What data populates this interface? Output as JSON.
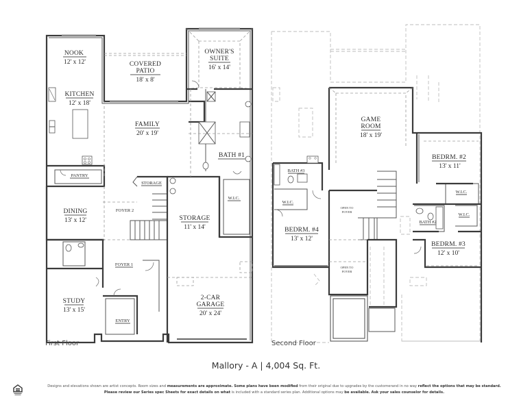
{
  "plan": {
    "name": "Mallory - A",
    "square_feet": "4,004 Sq. Ft.",
    "title": "Mallory - A | 4,004 Sq. Ft."
  },
  "floors": {
    "first": {
      "label": "First Floor",
      "rooms": {
        "nook": {
          "name": "NOOK",
          "dim": "12' x 12'"
        },
        "covered_patio": {
          "name1": "COVERED",
          "name2": "PATIO",
          "dim": "18' x 8'"
        },
        "owners_suite": {
          "name1": "OWNER'S",
          "name2": "SUITE",
          "dim": "16' x 14'"
        },
        "kitchen": {
          "name": "KITCHEN",
          "dim": "12' x 18'"
        },
        "family": {
          "name": "FAMILY",
          "dim": "20' x 19'"
        },
        "bath1": {
          "name": "BATH #1"
        },
        "pantry": {
          "name": "PANTRY"
        },
        "storage_small": {
          "name": "STORAGE"
        },
        "wic": {
          "name": "W.I.C."
        },
        "dining": {
          "name": "DINING",
          "dim": "13' x 12'"
        },
        "foyer2": {
          "name": "FOYER 2"
        },
        "storage": {
          "name": "STORAGE",
          "dim": "11' x 14'"
        },
        "foyer1": {
          "name": "FOYER 1"
        },
        "study": {
          "name": "STUDY",
          "dim": "13' x 15'"
        },
        "entry": {
          "name": "ENTRY"
        },
        "garage": {
          "name1": "2-CAR",
          "name2": "GARAGE",
          "dim": "20' x 24'"
        }
      }
    },
    "second": {
      "label": "Second Floor",
      "rooms": {
        "game_room": {
          "name1": "GAME",
          "name2": "ROOM",
          "dim": "18' x 19'"
        },
        "bedroom2": {
          "name": "BEDRM. #2",
          "dim": "13' x 11'"
        },
        "bath3": {
          "name": "BATH #3"
        },
        "wic_b4": {
          "name": "W.I.C."
        },
        "wic_b2": {
          "name": "W.I.C."
        },
        "wic_b3": {
          "name": "W.I.C."
        },
        "bath2": {
          "name": "BATH #2"
        },
        "open_to_foyer_1": {
          "line1": "OPEN TO",
          "line2": "FOYER"
        },
        "open_to_foyer_2": {
          "line1": "OPEN TO",
          "line2": "FOYER"
        },
        "bedroom4": {
          "name": "BEDRM. #4",
          "dim": "13' x 12'"
        },
        "bedroom3": {
          "name": "BEDRM. #3",
          "dim": "12' x 10'"
        }
      }
    }
  },
  "disclaimer": {
    "line1_a": "Designs and elevations shown are artist concepts. Room sizes and ",
    "line1_b": "measurements are approximate. Some plans have been modified",
    "line1_c": " from their original due to upgrades by the customerand in no way ",
    "line1_d": "reflect the options that may be standard.",
    "line2_a": "Please review our Series spec Sheets for exact details on what",
    "line2_b": " is included with a standard series plan. Additional options may ",
    "line2_c": "be available. Ask your sales counselor for details."
  },
  "logo": {
    "icon": "equal-housing-opportunity-icon"
  },
  "colors": {
    "wall": "#3a3a3a",
    "ghost": "#bdbdbd",
    "text": "#2a2a2a"
  }
}
